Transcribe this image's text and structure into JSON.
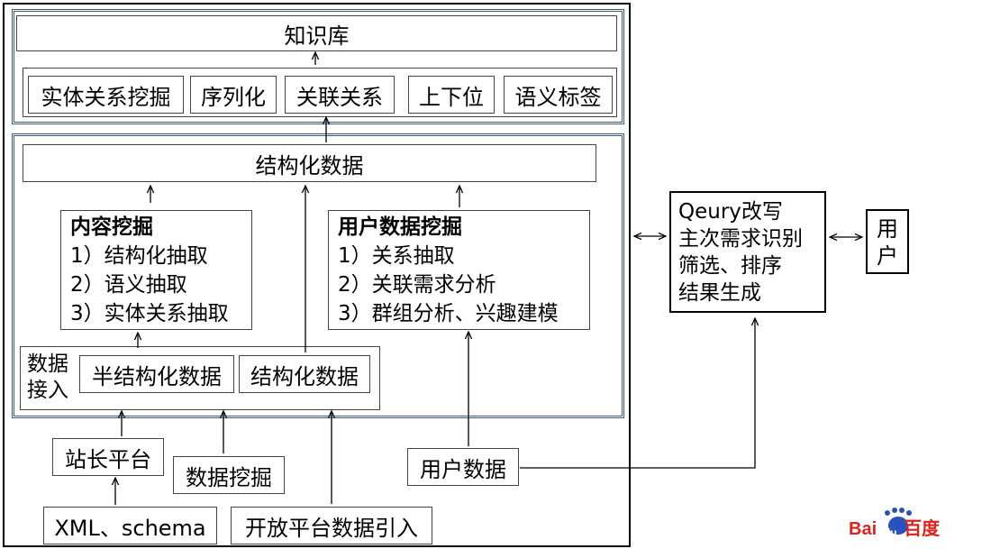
{
  "knowledge_base": {
    "title": "知识库"
  },
  "kb_modules": [
    "实体关系挖掘",
    "序列化",
    "关联关系",
    "上下位",
    "语义标签"
  ],
  "structured_data": {
    "title": "结构化数据"
  },
  "content_mining": {
    "title": "内容挖掘",
    "items": [
      "1）结构化抽取",
      "2）语义抽取",
      "3）实体关系抽取"
    ]
  },
  "user_data_mining": {
    "title": "用户数据挖掘",
    "items": [
      "1）关系抽取",
      "2）关联需求分析",
      "3）群组分析、兴趣建模"
    ]
  },
  "data_access": {
    "label_line1": "数据",
    "label_line2": "接入",
    "semi_structured": "半结构化数据",
    "structured": "结构化数据"
  },
  "sources": {
    "webmaster_platform": "站长平台",
    "data_mining": "数据挖掘",
    "xml_schema": "XML、schema",
    "open_platform": "开放平台数据引入",
    "user_data": "用户数据"
  },
  "query_box": {
    "lines": [
      "Qeury改写",
      "主次需求识别",
      "筛选、排序",
      "结果生成"
    ]
  },
  "user_box": {
    "line1": "用",
    "line2": "户"
  },
  "logo": {
    "text_left": "Bai",
    "text_paw": "du",
    "text_cn": "百度",
    "color": "#e0221a",
    "paw_color": "#2a52be"
  }
}
